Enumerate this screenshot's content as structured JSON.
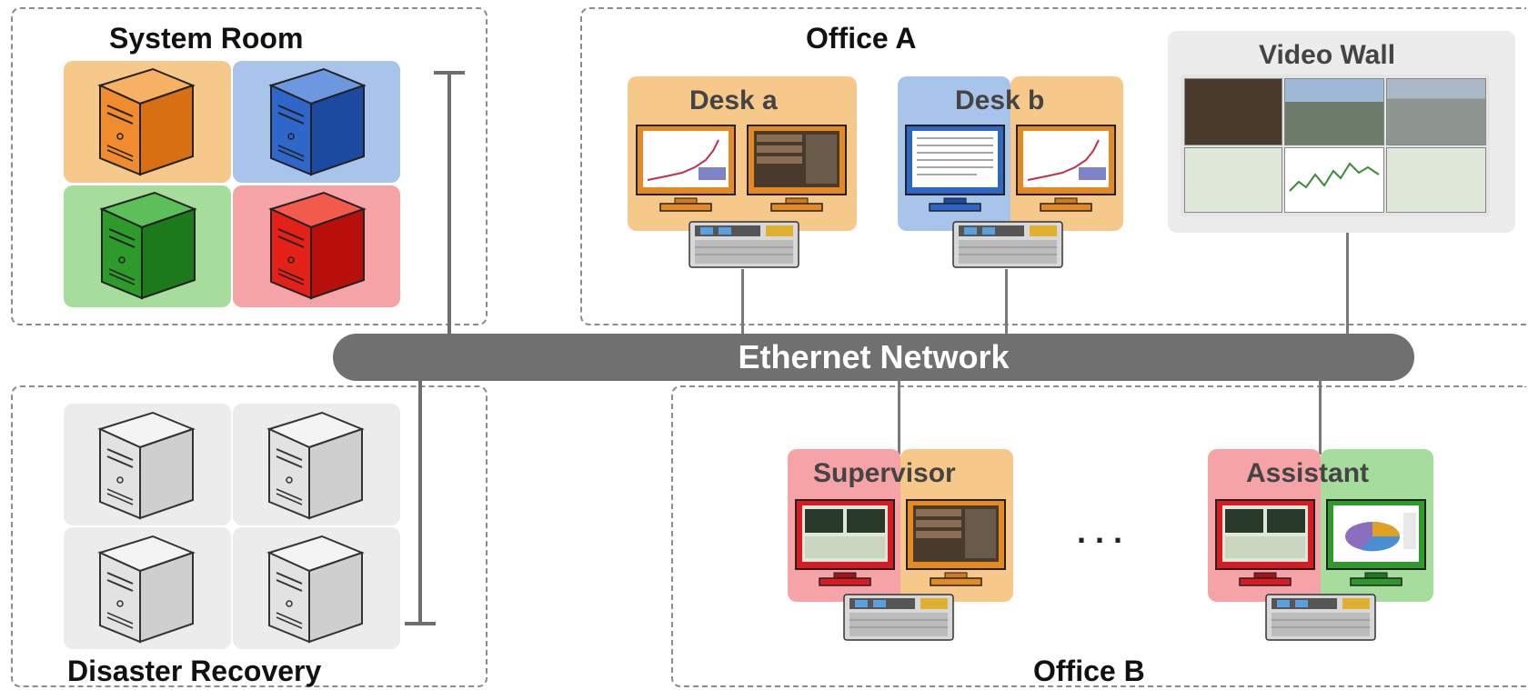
{
  "zones": {
    "system_room": "System Room",
    "disaster_recovery": "Disaster Recovery",
    "office_a": "Office A",
    "office_b": "Office B"
  },
  "network": {
    "label": "Ethernet Network"
  },
  "workstations": {
    "desk_a": "Desk a",
    "desk_b": "Desk b",
    "video_wall": "Video Wall",
    "supervisor": "Supervisor",
    "assistant": "Assistant",
    "ellipsis": "..."
  },
  "colors": {
    "orange": "#f6c98a",
    "blue": "#a9c4ea",
    "green": "#a6dc9c",
    "red": "#f5a3a6",
    "grey": "#ececec",
    "network": "#707070"
  },
  "icons": [
    "server-icon",
    "monitor-icon",
    "keyboard-icon",
    "video-wall-icon"
  ]
}
